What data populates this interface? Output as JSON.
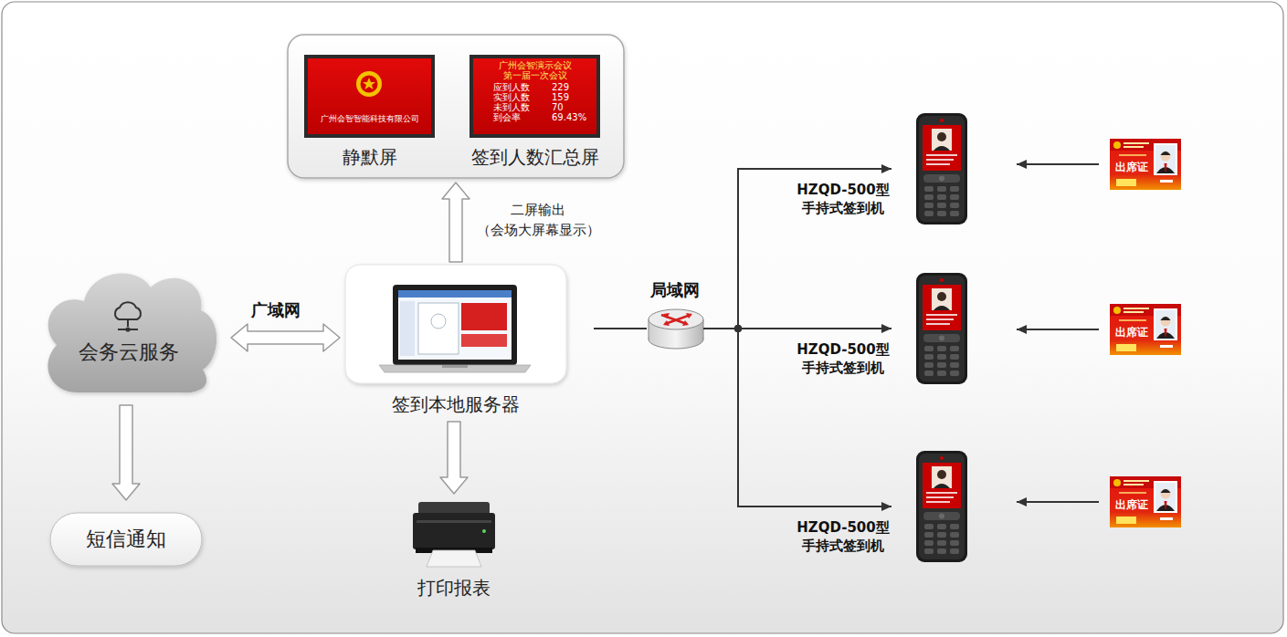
{
  "diagram": {
    "nodes": [
      {
        "text": []
      },
      {
        "text": [
          "广州会智智能科技有限公司",
          "静默屏"
        ],
        "in": 0
      },
      {
        "text": [
          "广州会智演示会议",
          "第一届一次会议",
          "应到人数",
          "229",
          "实到人数",
          "159",
          "未到人数",
          "70",
          "到会率",
          "69.43%",
          "签到人数汇总屏"
        ],
        "in": 0
      },
      {
        "text": [
          "会务云服务"
        ]
      },
      {
        "text": [
          "签到本地服务器"
        ]
      },
      {
        "text": [
          "短信通知"
        ]
      },
      {
        "text": [
          "打印报表"
        ]
      },
      {
        "text": [
          "局域网"
        ]
      },
      {
        "text": [
          "HZQD-500型 手持式签到机"
        ]
      },
      {
        "text": [
          "HZQD-500型 手持式签到机"
        ]
      },
      {
        "text": [
          "HZQD-500型 手持式签到机"
        ]
      },
      {
        "text": [
          "出席证"
        ]
      },
      {
        "text": [
          "出席证"
        ]
      },
      {
        "text": [
          "出席证"
        ]
      }
    ],
    "edges": [
      {
        "from": 3,
        "to": 4,
        "label": "广域网",
        "arrow": "both"
      },
      {
        "from": 4,
        "to": 0,
        "label": "二屏输出 （会场大屏幕显示）",
        "arrow": "to"
      },
      {
        "from": 3,
        "to": 5,
        "arrow": "to"
      },
      {
        "from": 4,
        "to": 6,
        "arrow": "to"
      },
      {
        "from": 4,
        "to": 7,
        "arrow": "none"
      },
      {
        "from": 7,
        "to": 8,
        "arrow": "to"
      },
      {
        "from": 7,
        "to": 9,
        "arrow": "to"
      },
      {
        "from": 7,
        "to": 10,
        "arrow": "to"
      },
      {
        "from": 11,
        "to": 8,
        "arrow": "to"
      },
      {
        "from": 12,
        "to": 9,
        "arrow": "to"
      },
      {
        "from": 13,
        "to": 10,
        "arrow": "to"
      }
    ]
  }
}
